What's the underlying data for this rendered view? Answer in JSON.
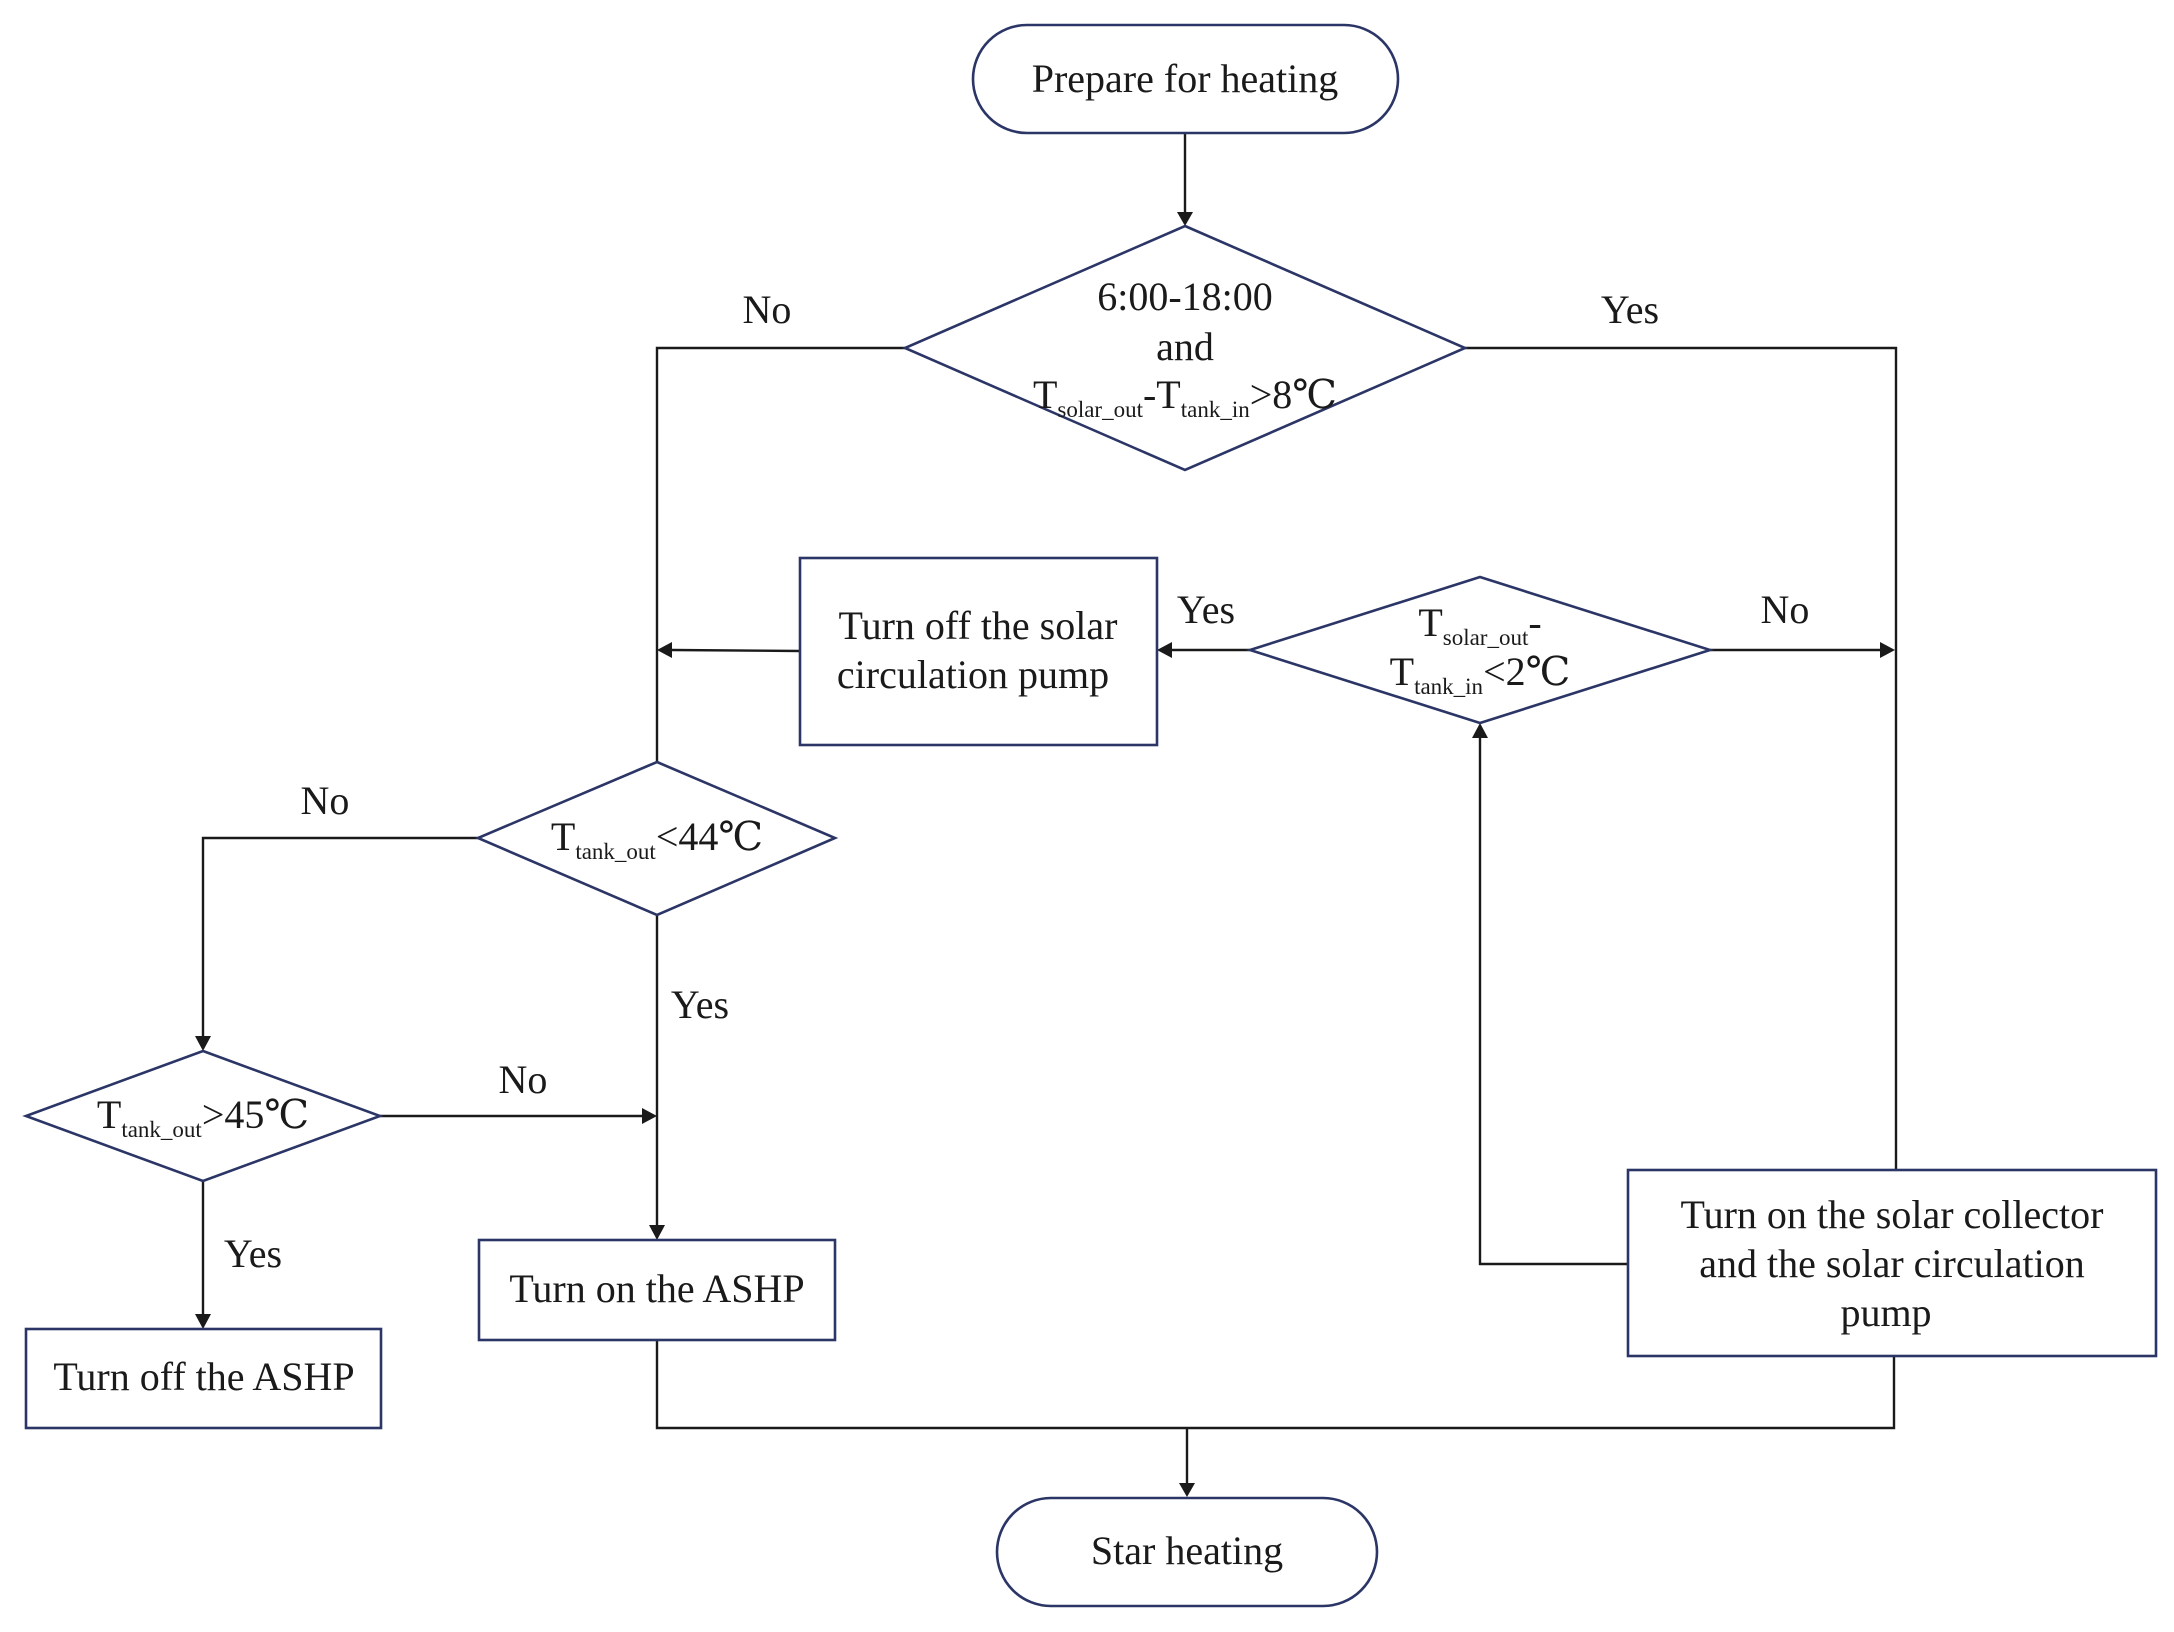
{
  "nodes": {
    "start": {
      "text": "Prepare for heating"
    },
    "decision_time": {
      "line1": "6:00-18:00",
      "line2": "and",
      "t1": "T",
      "t1_sub": "solar_out",
      "mid": "-T",
      "t2_sub": "tank_in",
      "tail": ">8℃"
    },
    "decision_temp_diff": {
      "t1": "T",
      "t1_sub": "solar_out",
      "dash": "-",
      "t2": "T",
      "t2_sub": "tank_in",
      "tail": "<2℃"
    },
    "turn_off_solar_pump": {
      "line1": "Turn off the solar",
      "line2": "circulation pump"
    },
    "decision_tank_44": {
      "t": "T",
      "t_sub": "tank_out",
      "tail": "<44℃"
    },
    "decision_tank_45": {
      "t": "T",
      "t_sub": "tank_out",
      "tail": ">45℃"
    },
    "turn_on_ashp": {
      "text": "Turn on the ASHP"
    },
    "turn_off_ashp": {
      "text": "Turn off the ASHP"
    },
    "turn_on_solar": {
      "line1": "Turn on the solar collector",
      "line2": "and the solar circulation",
      "line3": "pump"
    },
    "end": {
      "text": "Star heating"
    }
  },
  "edge_labels": {
    "time_no": "No",
    "time_yes": "Yes",
    "diff_yes": "Yes",
    "diff_no": "No",
    "t44_no": "No",
    "t44_yes": "Yes",
    "t45_no": "No",
    "t45_yes": "Yes"
  },
  "colors": {
    "shape_stroke": "#2b3566",
    "line": "#1a1a1a",
    "text": "#1a1a1a"
  }
}
